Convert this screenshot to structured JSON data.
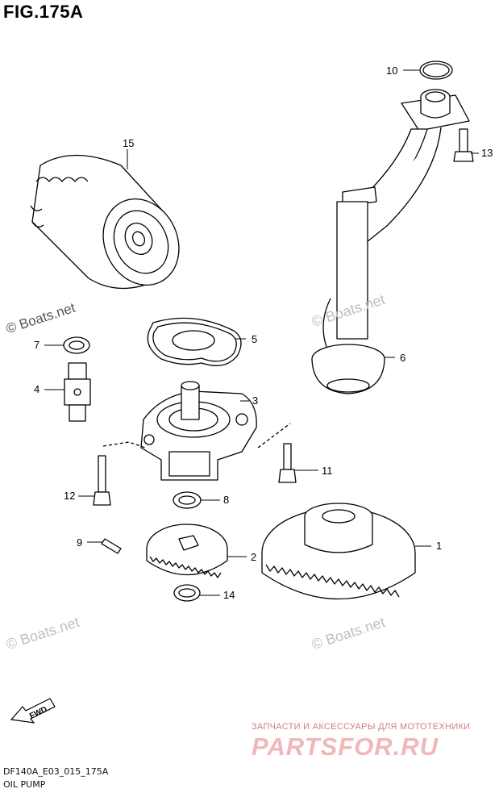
{
  "figure": {
    "title": "FIG.175A",
    "code": "DF140A_E03_015_175A",
    "name": "OIL PUMP"
  },
  "callouts": [
    "1",
    "2",
    "3",
    "4",
    "5",
    "6",
    "7",
    "8",
    "9",
    "10",
    "11",
    "12",
    "13",
    "14",
    "15"
  ],
  "watermarks": {
    "boats_1": "© Boats.net",
    "boats_2": "© Boats.net",
    "boats_3": "© Boats.net",
    "boats_4": "© Boats.net",
    "fwd": "FWD",
    "parts_tagline": "ЗАПЧАСТИ И АКСЕССУАРЫ ДЛЯ МОТОТЕХНИКИ",
    "parts_brand": "PARTSFOR.RU"
  }
}
